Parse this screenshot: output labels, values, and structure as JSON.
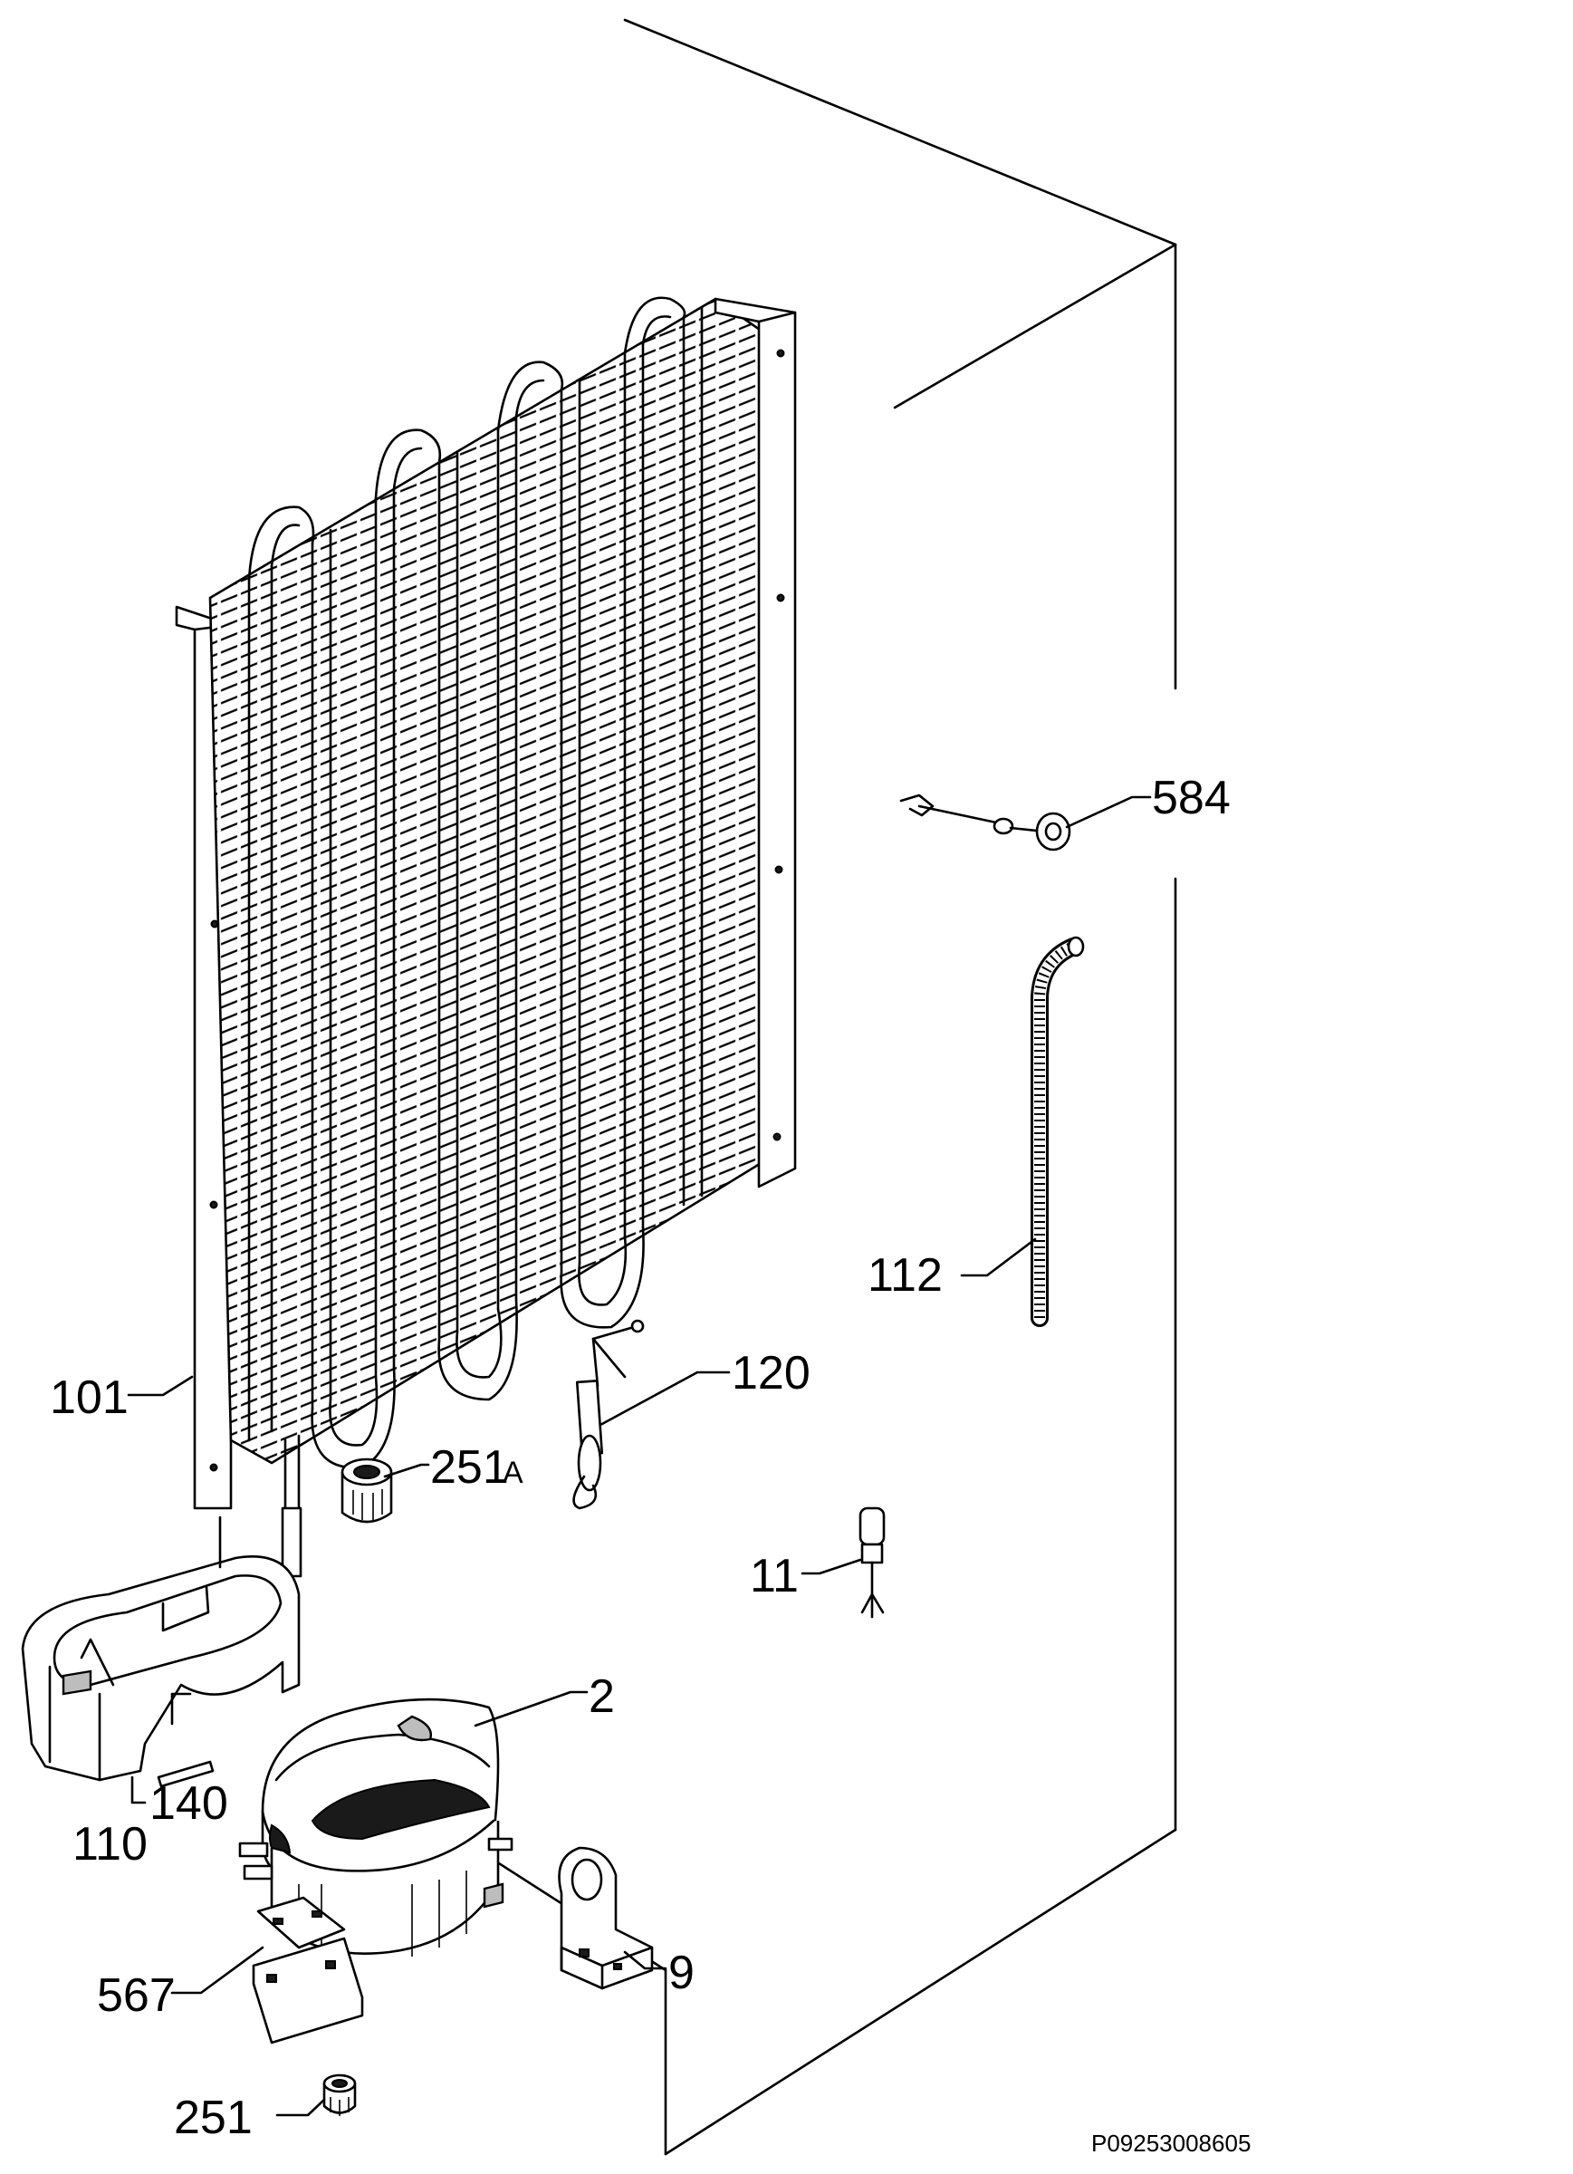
{
  "parts": [
    {
      "id": "101",
      "label": "101"
    },
    {
      "id": "120",
      "label": "120"
    },
    {
      "id": "251A-num",
      "label": "251"
    },
    {
      "id": "251A-suffix",
      "label": "A"
    },
    {
      "id": "11",
      "label": "11"
    },
    {
      "id": "2",
      "label": "2"
    },
    {
      "id": "140",
      "label": "140"
    },
    {
      "id": "110",
      "label": "110"
    },
    {
      "id": "567",
      "label": "567"
    },
    {
      "id": "9",
      "label": "9"
    },
    {
      "id": "251",
      "label": "251"
    },
    {
      "id": "584",
      "label": "584"
    },
    {
      "id": "112",
      "label": "112"
    }
  ],
  "drawing_code": "P09253008605"
}
